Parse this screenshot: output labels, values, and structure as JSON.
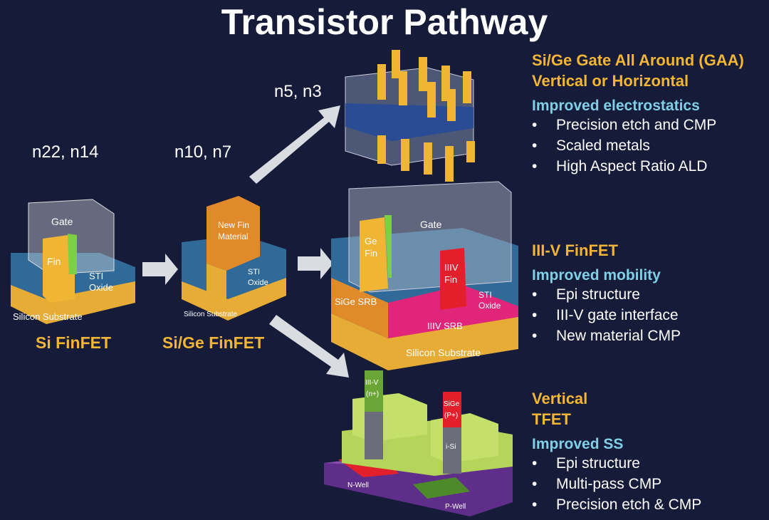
{
  "title": "Transistor Pathway",
  "nodes": {
    "n22": "n22, n14",
    "n10": "n10, n7",
    "n5": "n5, n3"
  },
  "devices": {
    "si_finfet": {
      "caption": "Si FinFET",
      "labels": {
        "gate": "Gate",
        "fin": "Fin",
        "sti": "STI",
        "oxide": "Oxide",
        "substrate": "Silicon Substrate"
      }
    },
    "sige_finfet": {
      "caption": "Si/Ge FinFET",
      "labels": {
        "new_fin": "New Fin",
        "material": "Material",
        "sti": "STI",
        "oxide": "Oxide",
        "substrate": "Silicon Substrate"
      }
    },
    "iiiv_finfet": {
      "labels": {
        "gate": "Gate",
        "ge": "Ge",
        "ge_fin": "Fin",
        "iiiv": "IIIV",
        "iiiv_fin": "Fin",
        "sige_srb": "SiGe SRB",
        "iiiv_srb": "IIIV SRB",
        "sti": "STI",
        "oxide": "Oxide",
        "substrate": "Silicon Substrate"
      }
    },
    "tfet": {
      "labels": {
        "iiiv": "III-V",
        "n_plus": "(n+)",
        "sige": "SiGe",
        "p_plus": "(P+)",
        "isi": "i-Si",
        "nwell": "N-Well",
        "pwell": "P-Well"
      }
    }
  },
  "panels": [
    {
      "heading": [
        "Si/Ge Gate All Around (GAA)",
        "Vertical or Horizontal"
      ],
      "subheading": "Improved electrostatics",
      "bullets": [
        "Precision etch and CMP",
        "Scaled metals",
        "High Aspect Ratio ALD"
      ]
    },
    {
      "heading": [
        "III-V FinFET"
      ],
      "subheading": "Improved mobility",
      "bullets": [
        "Epi structure",
        "III-V gate interface",
        "New material CMP"
      ]
    },
    {
      "heading": [
        "Vertical",
        "TFET"
      ],
      "subheading": "Improved SS",
      "bullets": [
        "Epi structure",
        "Multi-pass CMP",
        "Precision etch & CMP"
      ]
    }
  ],
  "colors": {
    "background": "#161b3a",
    "accent_orange": "#f3b534",
    "accent_cyan": "#7fd0e6"
  }
}
